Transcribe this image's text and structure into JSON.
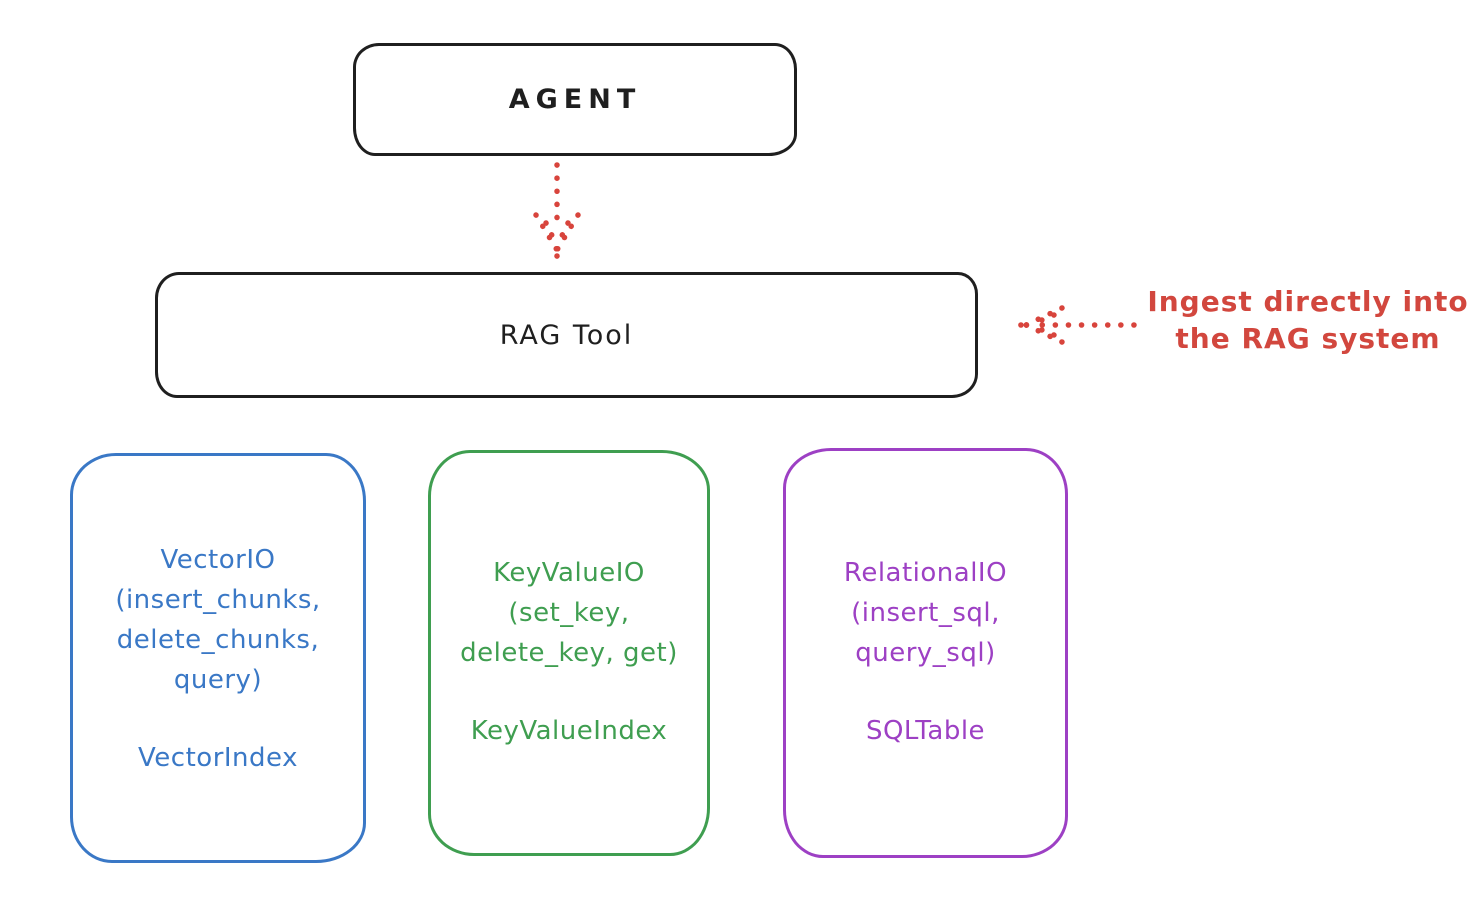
{
  "diagram": {
    "agent": {
      "label": "AGENT"
    },
    "rag_tool": {
      "label": "RAG Tool"
    },
    "annotation": {
      "lines": [
        "Ingest directly into",
        "the RAG system"
      ]
    },
    "backends": [
      {
        "id": "vector-io",
        "color": "#3a78c6",
        "lines": [
          "VectorIO",
          "(insert_chunks,",
          "delete_chunks,",
          "query)"
        ],
        "index": "VectorIndex"
      },
      {
        "id": "keyvalue-io",
        "color": "#3f9e50",
        "lines": [
          "KeyValueIO",
          "(set_key,",
          "delete_key, get)"
        ],
        "index": "KeyValueIndex"
      },
      {
        "id": "relational-io",
        "color": "#9d40c4",
        "lines": [
          "RelationalIO",
          "(insert_sql,",
          "query_sql)"
        ],
        "index": "SQLTable"
      }
    ],
    "colors": {
      "stroke_black": "#1f1f1f",
      "red": "#d2473e",
      "blue": "#3a78c6",
      "green": "#3f9e50",
      "purple": "#9d40c4"
    }
  }
}
